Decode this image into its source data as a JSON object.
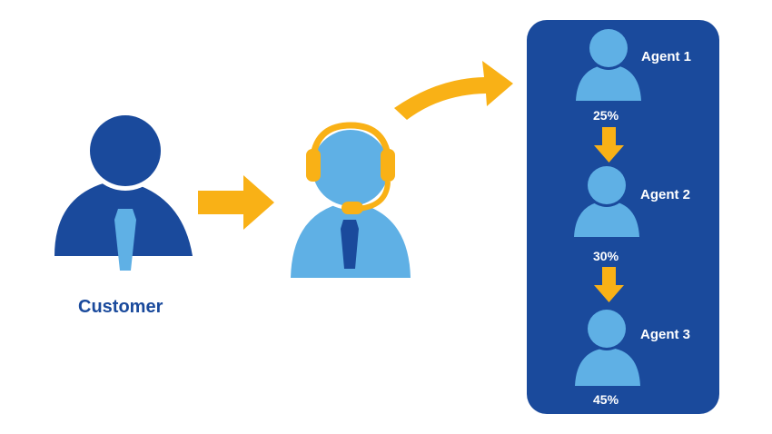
{
  "customer": {
    "label": "Customer"
  },
  "agents": [
    {
      "name": "Agent 1",
      "share": "25%"
    },
    {
      "name": "Agent 2",
      "share": "30%"
    },
    {
      "name": "Agent 3",
      "share": "45%"
    }
  ],
  "colors": {
    "dark_blue": "#1a4a9c",
    "light_blue": "#5fb0e5",
    "accent": "#f9b116",
    "white": "#ffffff"
  },
  "icons": [
    "customer-person-icon",
    "support-operator-headset-icon",
    "agent-person-icon",
    "arrow-right-icon",
    "curved-arrow-icon",
    "arrow-down-icon"
  ]
}
